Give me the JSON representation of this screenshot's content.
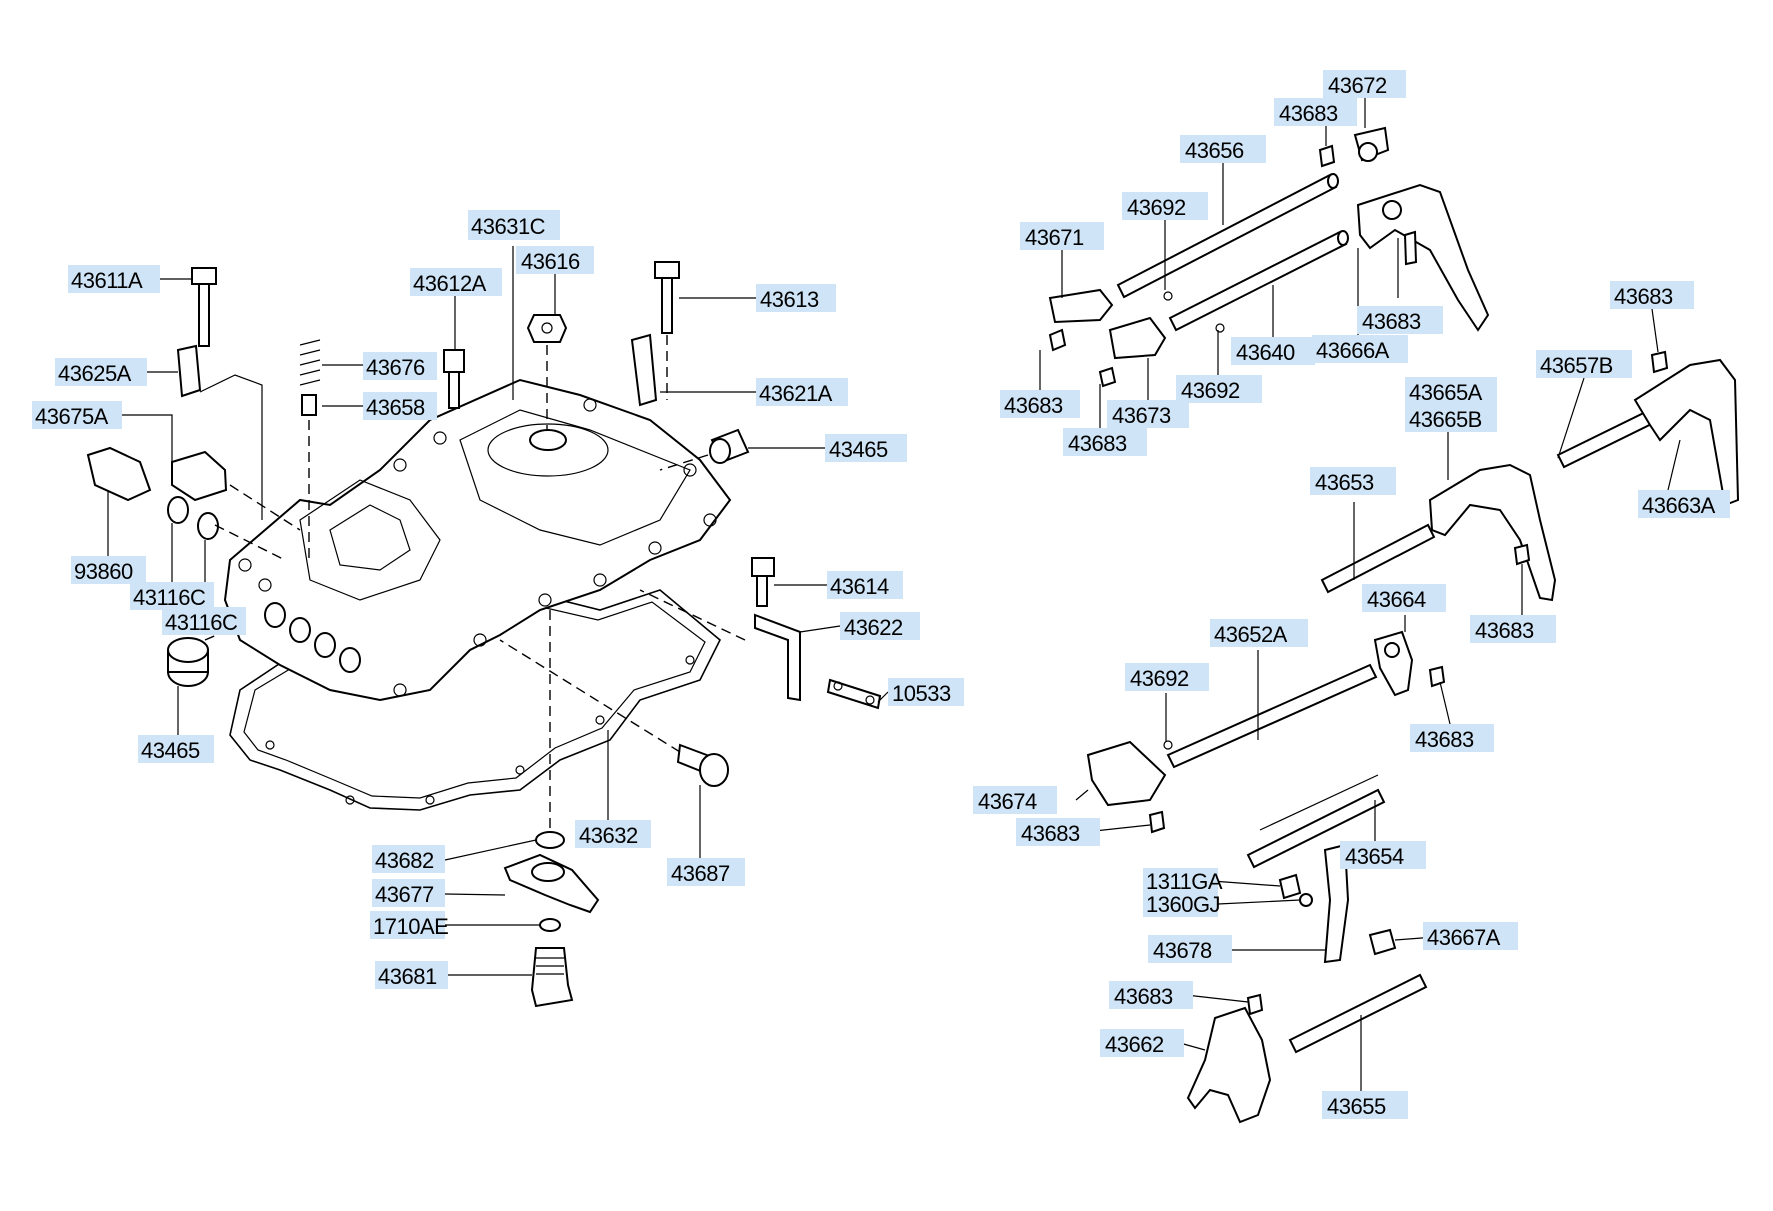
{
  "labels": {
    "p43611A": "43611A",
    "p43625A": "43625A",
    "p43675A": "43675A",
    "p93860": "93860",
    "p43116C_1": "43116C",
    "p43116C_2": "43116C",
    "p43465_left": "43465",
    "p43631C": "43631C",
    "p43616": "43616",
    "p43612A": "43612A",
    "p43676": "43676",
    "p43658": "43658",
    "p43613": "43613",
    "p43621A": "43621A",
    "p43465_right": "43465",
    "p43614": "43614",
    "p43622": "43622",
    "p10533": "10533",
    "p43632": "43632",
    "p43687": "43687",
    "p43682": "43682",
    "p43677": "43677",
    "p1710AE": "1710AE",
    "p43681": "43681",
    "p43672": "43672",
    "p43683_a": "43683",
    "p43656": "43656",
    "p43692_a": "43692",
    "p43671": "43671",
    "p43683_b": "43683",
    "p43640": "43640",
    "p43666A": "43666A",
    "p43683_c": "43683",
    "p43673": "43673",
    "p43683_d": "43683",
    "p43692_b": "43692",
    "p43683_e": "43683",
    "p43657B": "43657B",
    "p43665A": "43665A",
    "p43665B": "43665B",
    "p43663A": "43663A",
    "p43653": "43653",
    "p43683_f": "43683",
    "p43664": "43664",
    "p43652A": "43652A",
    "p43692_c": "43692",
    "p43683_g": "43683",
    "p43674": "43674",
    "p43683_h": "43683",
    "p43654": "43654",
    "p1311GA": "1311GA",
    "p1360GJ": "1360GJ",
    "p43667A": "43667A",
    "p43678": "43678",
    "p43683_i": "43683",
    "p43662": "43662",
    "p43655": "43655"
  }
}
